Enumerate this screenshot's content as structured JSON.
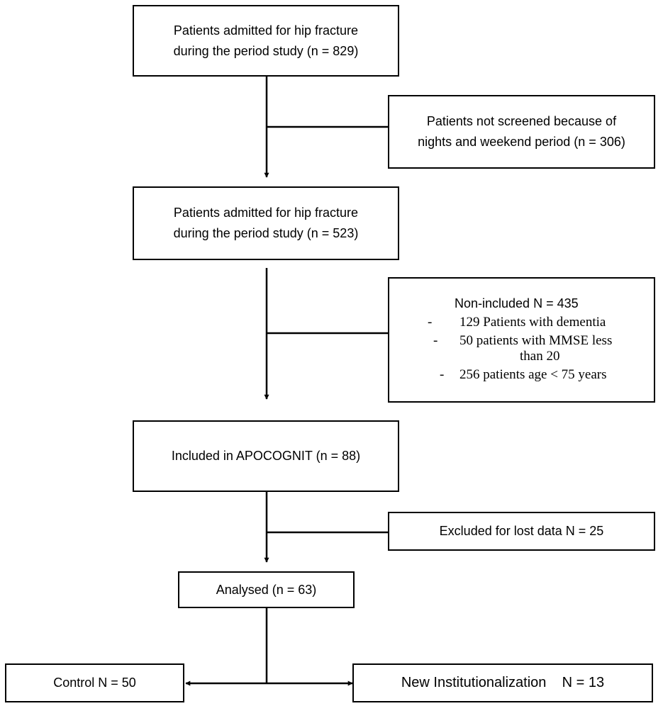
{
  "flowchart": {
    "admitted_initial": {
      "line1": "Patients admitted for hip fracture",
      "line2": "during the period study (n = 829)"
    },
    "not_screened": {
      "line1": "Patients not screened because of",
      "line2": "nights and weekend period (n = 306)"
    },
    "admitted_screened": {
      "line1": "Patients admitted for hip fracture",
      "line2": "during the period study (n = 523)"
    },
    "non_included": {
      "title": "Non-included N = 435",
      "items": [
        {
          "dash": "-",
          "text": "129 Patients with dementia"
        },
        {
          "dash": "-",
          "text": "50 patients with MMSE less",
          "text2": "than 20"
        },
        {
          "dash": "-",
          "text": "256 patients age < 75 years"
        }
      ]
    },
    "included": "Included in APOCOGNIT (n = 88)",
    "excluded": "Excluded for lost data N = 25",
    "analysed": "Analysed  (n = 63)",
    "control": "Control  N = 50",
    "new_institutionalization": "New Institutionalization    N = 13"
  }
}
